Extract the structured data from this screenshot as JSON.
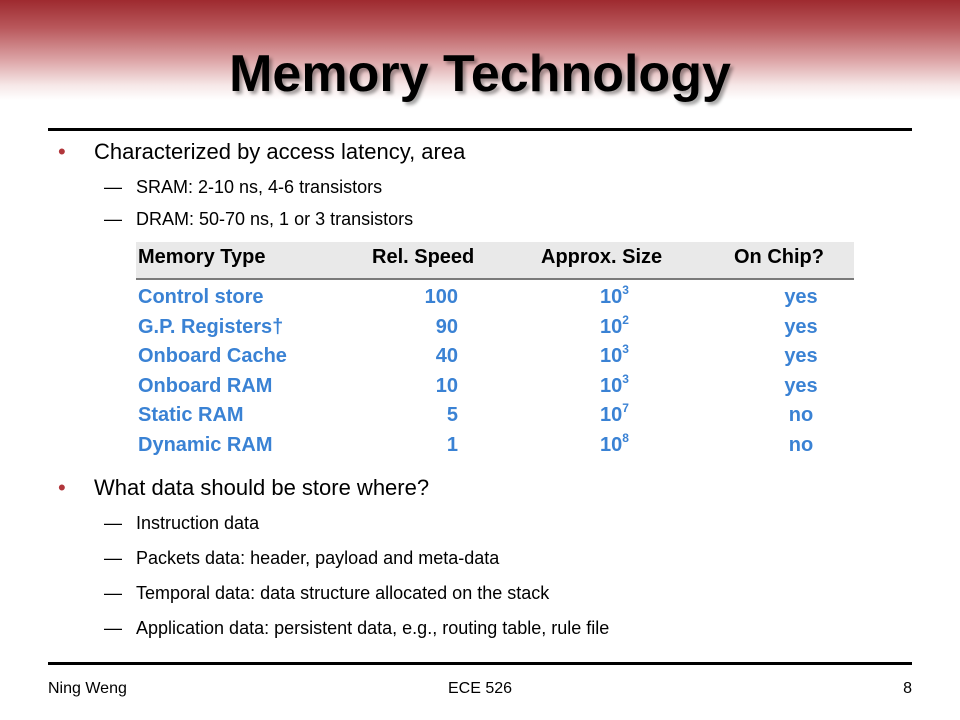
{
  "title": "Memory Technology",
  "bullets": [
    {
      "text": "Characterized by access latency, area",
      "subs": [
        "SRAM:  2-10 ns, 4-6 transistors",
        "DRAM: 50-70 ns, 1 or 3 transistors"
      ]
    },
    {
      "text": "What data should be store where?",
      "subs": [
        "Instruction data",
        "Packets data: header, payload and meta-data",
        "Temporal data: data structure allocated on the stack",
        "Application data: persistent data, e.g., routing table, rule file"
      ]
    }
  ],
  "bullet_glyph": "•",
  "dash_glyph": "—",
  "table": {
    "headers": [
      "Memory Type",
      "Rel. Speed",
      "Approx. Size",
      "On Chip?"
    ],
    "rows": [
      {
        "type": "Control store",
        "speed": "100",
        "size_base": "10",
        "size_exp": "3",
        "chip": "yes"
      },
      {
        "type": "G.P. Registers†",
        "speed": "90",
        "size_base": "10",
        "size_exp": "2",
        "chip": "yes"
      },
      {
        "type": "Onboard Cache",
        "speed": "40",
        "size_base": "10",
        "size_exp": "3",
        "chip": "yes"
      },
      {
        "type": "Onboard RAM",
        "speed": "10",
        "size_base": "10",
        "size_exp": "3",
        "chip": "yes"
      },
      {
        "type": "Static RAM",
        "speed": "5",
        "size_base": "10",
        "size_exp": "7",
        "chip": "no"
      },
      {
        "type": "Dynamic RAM",
        "speed": "1",
        "size_base": "10",
        "size_exp": "8",
        "chip": "no"
      }
    ],
    "header_bg": "#e9e9e9",
    "row_color": "#3a82d4"
  },
  "footer": {
    "author": "Ning Weng",
    "course": "ECE 526",
    "page": "8"
  },
  "colors": {
    "accent": "#9e2a2f",
    "bullet": "#b1363b"
  }
}
